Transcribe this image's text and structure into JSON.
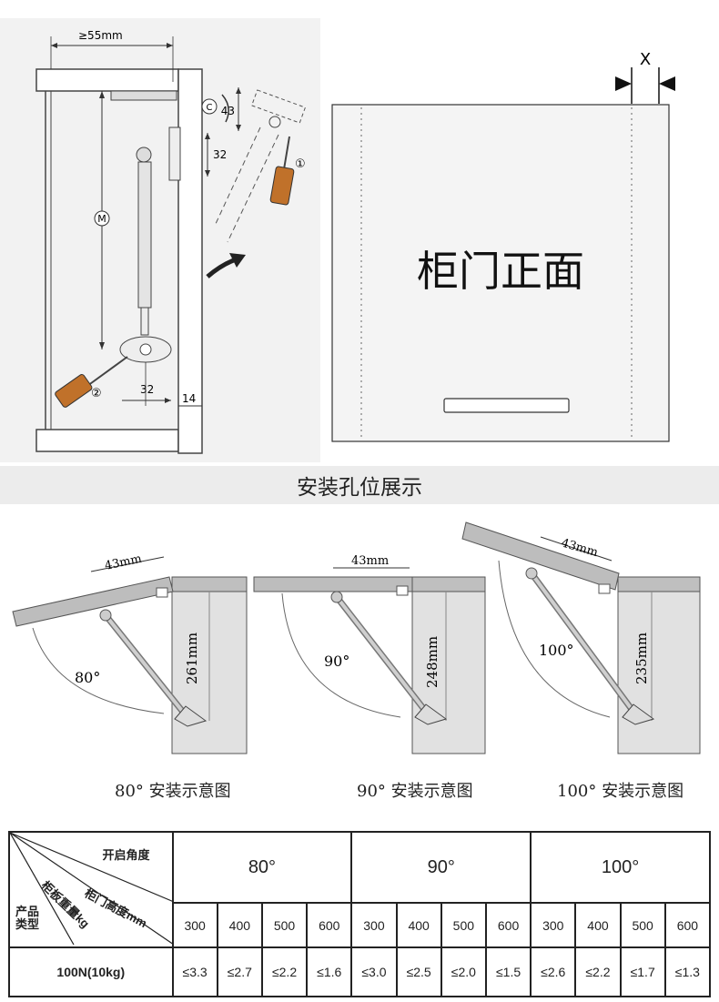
{
  "top_left_diagram": {
    "dim_width": "≥55mm",
    "dim_43": "43",
    "dim_32_top": "32",
    "dim_M": "M",
    "dim_32_bottom": "32",
    "dim_14": "14",
    "mark_C": "C",
    "step_1": "①",
    "step_2": "②"
  },
  "front_view": {
    "x_label": "X",
    "title": "柜门正面"
  },
  "section_title": "安装孔位展示",
  "install_diagrams": [
    {
      "width_label": "43mm",
      "height_label": "261mm",
      "angle_label": "80°",
      "caption": "80° 安装示意图"
    },
    {
      "width_label": "43mm",
      "height_label": "248mm",
      "angle_label": "90°",
      "caption": "90° 安装示意图"
    },
    {
      "width_label": "43mm",
      "height_label": "235mm",
      "angle_label": "100°",
      "caption": "100° 安装示意图"
    }
  ],
  "spec_table": {
    "header_opening_angle": "开启角度",
    "header_door_height": "柜门高度mm",
    "header_panel_weight": "柜板重量kg",
    "header_product_type": "产品类型",
    "angles": [
      "80°",
      "90°",
      "100°"
    ],
    "heights": [
      "300",
      "400",
      "500",
      "600",
      "300",
      "400",
      "500",
      "600",
      "300",
      "400",
      "500",
      "600"
    ],
    "product": "100N(10kg)",
    "weights": [
      "≤3.3",
      "≤2.7",
      "≤2.2",
      "≤1.6",
      "≤3.0",
      "≤2.5",
      "≤2.0",
      "≤1.5",
      "≤2.6",
      "≤2.2",
      "≤1.7",
      "≤1.3"
    ]
  }
}
